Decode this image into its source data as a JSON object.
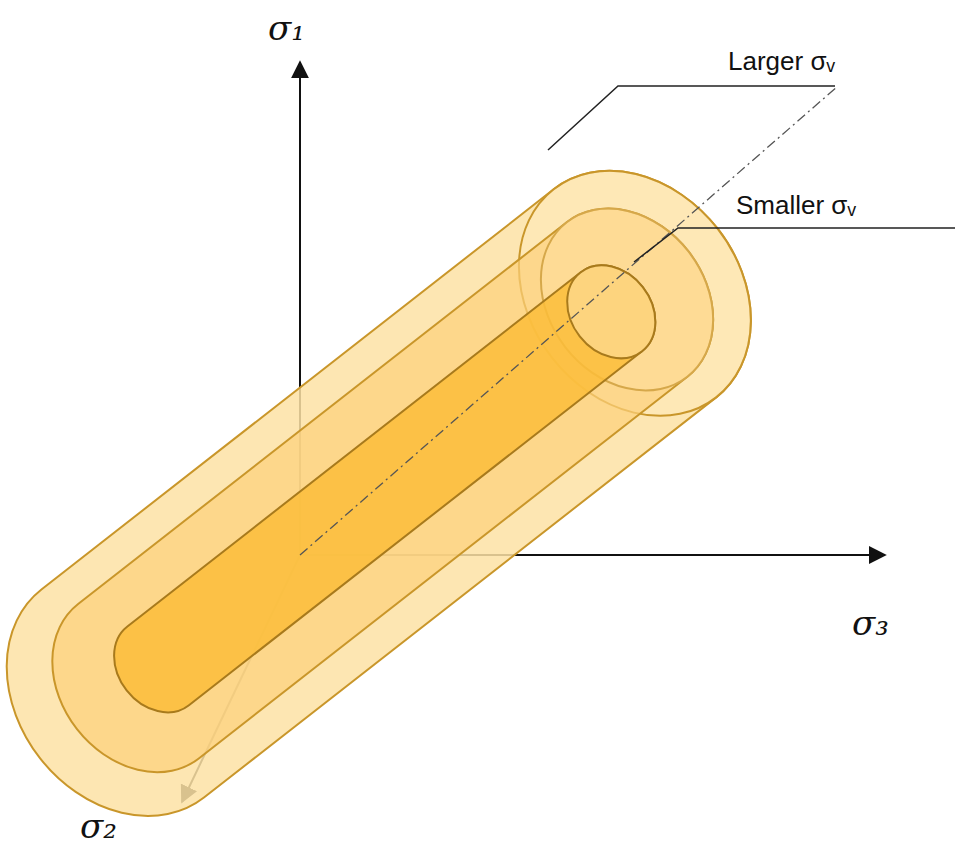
{
  "diagram": {
    "labels": [
      "σ₁",
      "Larger σᵥ",
      "Smaller σᵥ",
      "σ₃",
      "σ₂"
    ]
  }
}
